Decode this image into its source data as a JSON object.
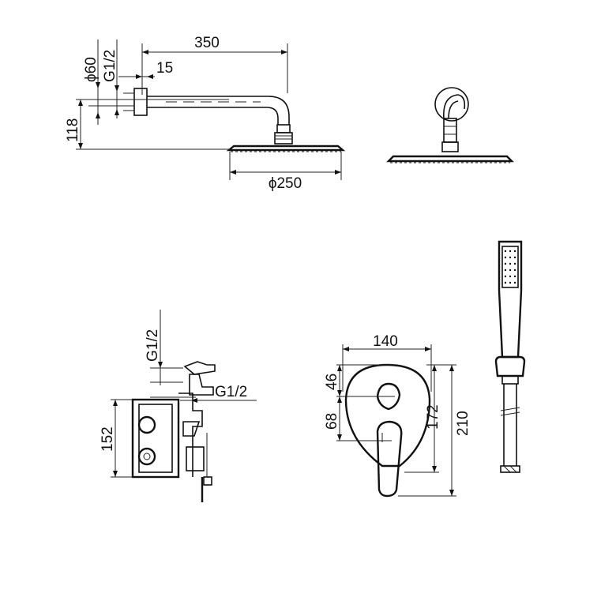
{
  "dimensions": {
    "arm_length": "350",
    "flange_diameter": "ϕ60",
    "top_thread": "G1/2",
    "wall_gap": "15",
    "drop_height": "118",
    "head_diameter": "ϕ250",
    "valve_thread_inlet": "G1/2",
    "valve_thread_outlet": "G1/2",
    "valve_body_height": "152",
    "plate_width": "140",
    "plate_offset_top": "46",
    "plate_offset_handle": "68",
    "plate_inner_height": "172",
    "plate_total_height": "210"
  }
}
